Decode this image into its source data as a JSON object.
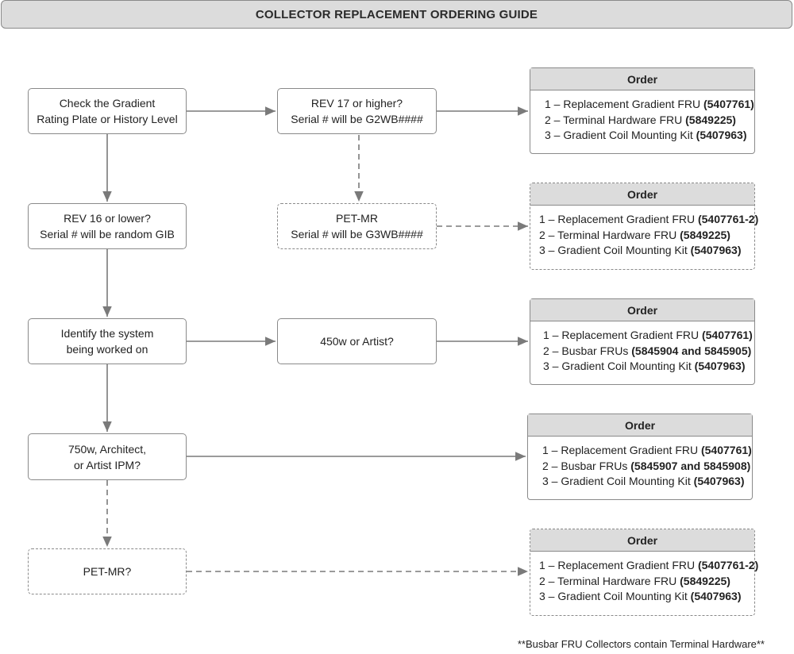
{
  "title": "COLLECTOR REPLACEMENT ORDERING GUIDE",
  "nodes": {
    "check_plate": [
      "Check the Gradient",
      "Rating Plate or History Level"
    ],
    "rev17": [
      "REV 17 or higher?",
      "Serial # will be G2WB####"
    ],
    "rev16": [
      "REV 16 or lower?",
      "Serial # will be random GIB"
    ],
    "petmr_serial": [
      "PET-MR",
      "Serial # will be G3WB####"
    ],
    "identify": [
      "Identify the system",
      "being worked on"
    ],
    "w450": [
      "450w or Artist?"
    ],
    "w750": [
      "750w, Architect,",
      "or Artist IPM?"
    ],
    "petmr_q": [
      "PET-MR?"
    ]
  },
  "orders": {
    "header": "Order",
    "rev17": [
      {
        "text": "1 – Replacement Gradient FRU ",
        "code": "(5407761)"
      },
      {
        "text": "2 – Terminal Hardware FRU ",
        "code": "(5849225)"
      },
      {
        "text": "3 – Gradient Coil Mounting Kit ",
        "code": "(5407963)"
      }
    ],
    "petmr_serial": [
      {
        "text": "1 – Replacement Gradient FRU ",
        "code": "(5407761-2)"
      },
      {
        "text": "2 – Terminal Hardware FRU ",
        "code": "(5849225)"
      },
      {
        "text": "3 – Gradient Coil Mounting Kit ",
        "code": "(5407963)"
      }
    ],
    "w450": [
      {
        "text": "1 – Replacement Gradient FRU ",
        "code": "(5407761)"
      },
      {
        "text": "2 – Busbar FRUs ",
        "code": "(5845904 and 5845905)"
      },
      {
        "text": "3 – Gradient Coil Mounting Kit ",
        "code": "(5407963)"
      }
    ],
    "w750": [
      {
        "text": "1 – Replacement Gradient FRU ",
        "code": "(5407761)"
      },
      {
        "text": "2 – Busbar FRUs ",
        "code": "(5845907 and 5845908)"
      },
      {
        "text": "3 – Gradient Coil Mounting Kit ",
        "code": "(5407963)"
      }
    ],
    "petmr_q": [
      {
        "text": "1 – Replacement Gradient FRU ",
        "code": "(5407761-2)"
      },
      {
        "text": "2 – Terminal Hardware FRU ",
        "code": "(5849225)"
      },
      {
        "text": "3 – Gradient Coil Mounting Kit ",
        "code": "(5407963)"
      }
    ]
  },
  "footnote": "**Busbar FRU Collectors contain Terminal Hardware**",
  "colors": {
    "border": "#8a8a8a",
    "header_fill": "#dcdcdc",
    "arrow": "#7a7a7a"
  }
}
